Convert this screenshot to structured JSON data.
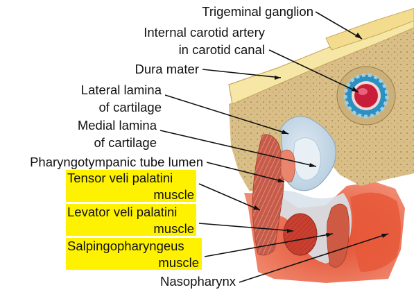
{
  "figure": {
    "labels": {
      "trigeminal_ganglion": "Trigeminal ganglion",
      "internal_carotid_1": "Internal carotid artery",
      "internal_carotid_2": "in carotid canal",
      "dura_mater": "Dura mater",
      "lateral_lamina_1": "Lateral lamina",
      "lateral_lamina_2": "of cartilage",
      "medial_lamina_1": "Medial lamina",
      "medial_lamina_2": "of cartilage",
      "pharyngotympanic_tube_lumen": "Pharyngotympanic tube lumen",
      "tensor_1": "Tensor veli palatini",
      "tensor_2": "muscle",
      "levator_1": "Levator veli palatini",
      "levator_2": "muscle",
      "salpingo_1": "Salpingopharyngeus",
      "salpingo_2": "muscle",
      "nasopharynx": "Nasopharynx"
    },
    "highlighted_labels": [
      "Tensor veli palatini muscle",
      "Levator veli palatini muscle",
      "Salpingopharyngeus muscle"
    ],
    "colors": {
      "highlight": "#fff200",
      "dura": "#f6e7a6",
      "bone": "#d8c08a",
      "cartilage": "#c9dce8",
      "muscle": "#c84e3a",
      "mucosa": "#e3593a",
      "artery": "#c81e3a",
      "carotid_ring": "#2c8fc2"
    }
  }
}
